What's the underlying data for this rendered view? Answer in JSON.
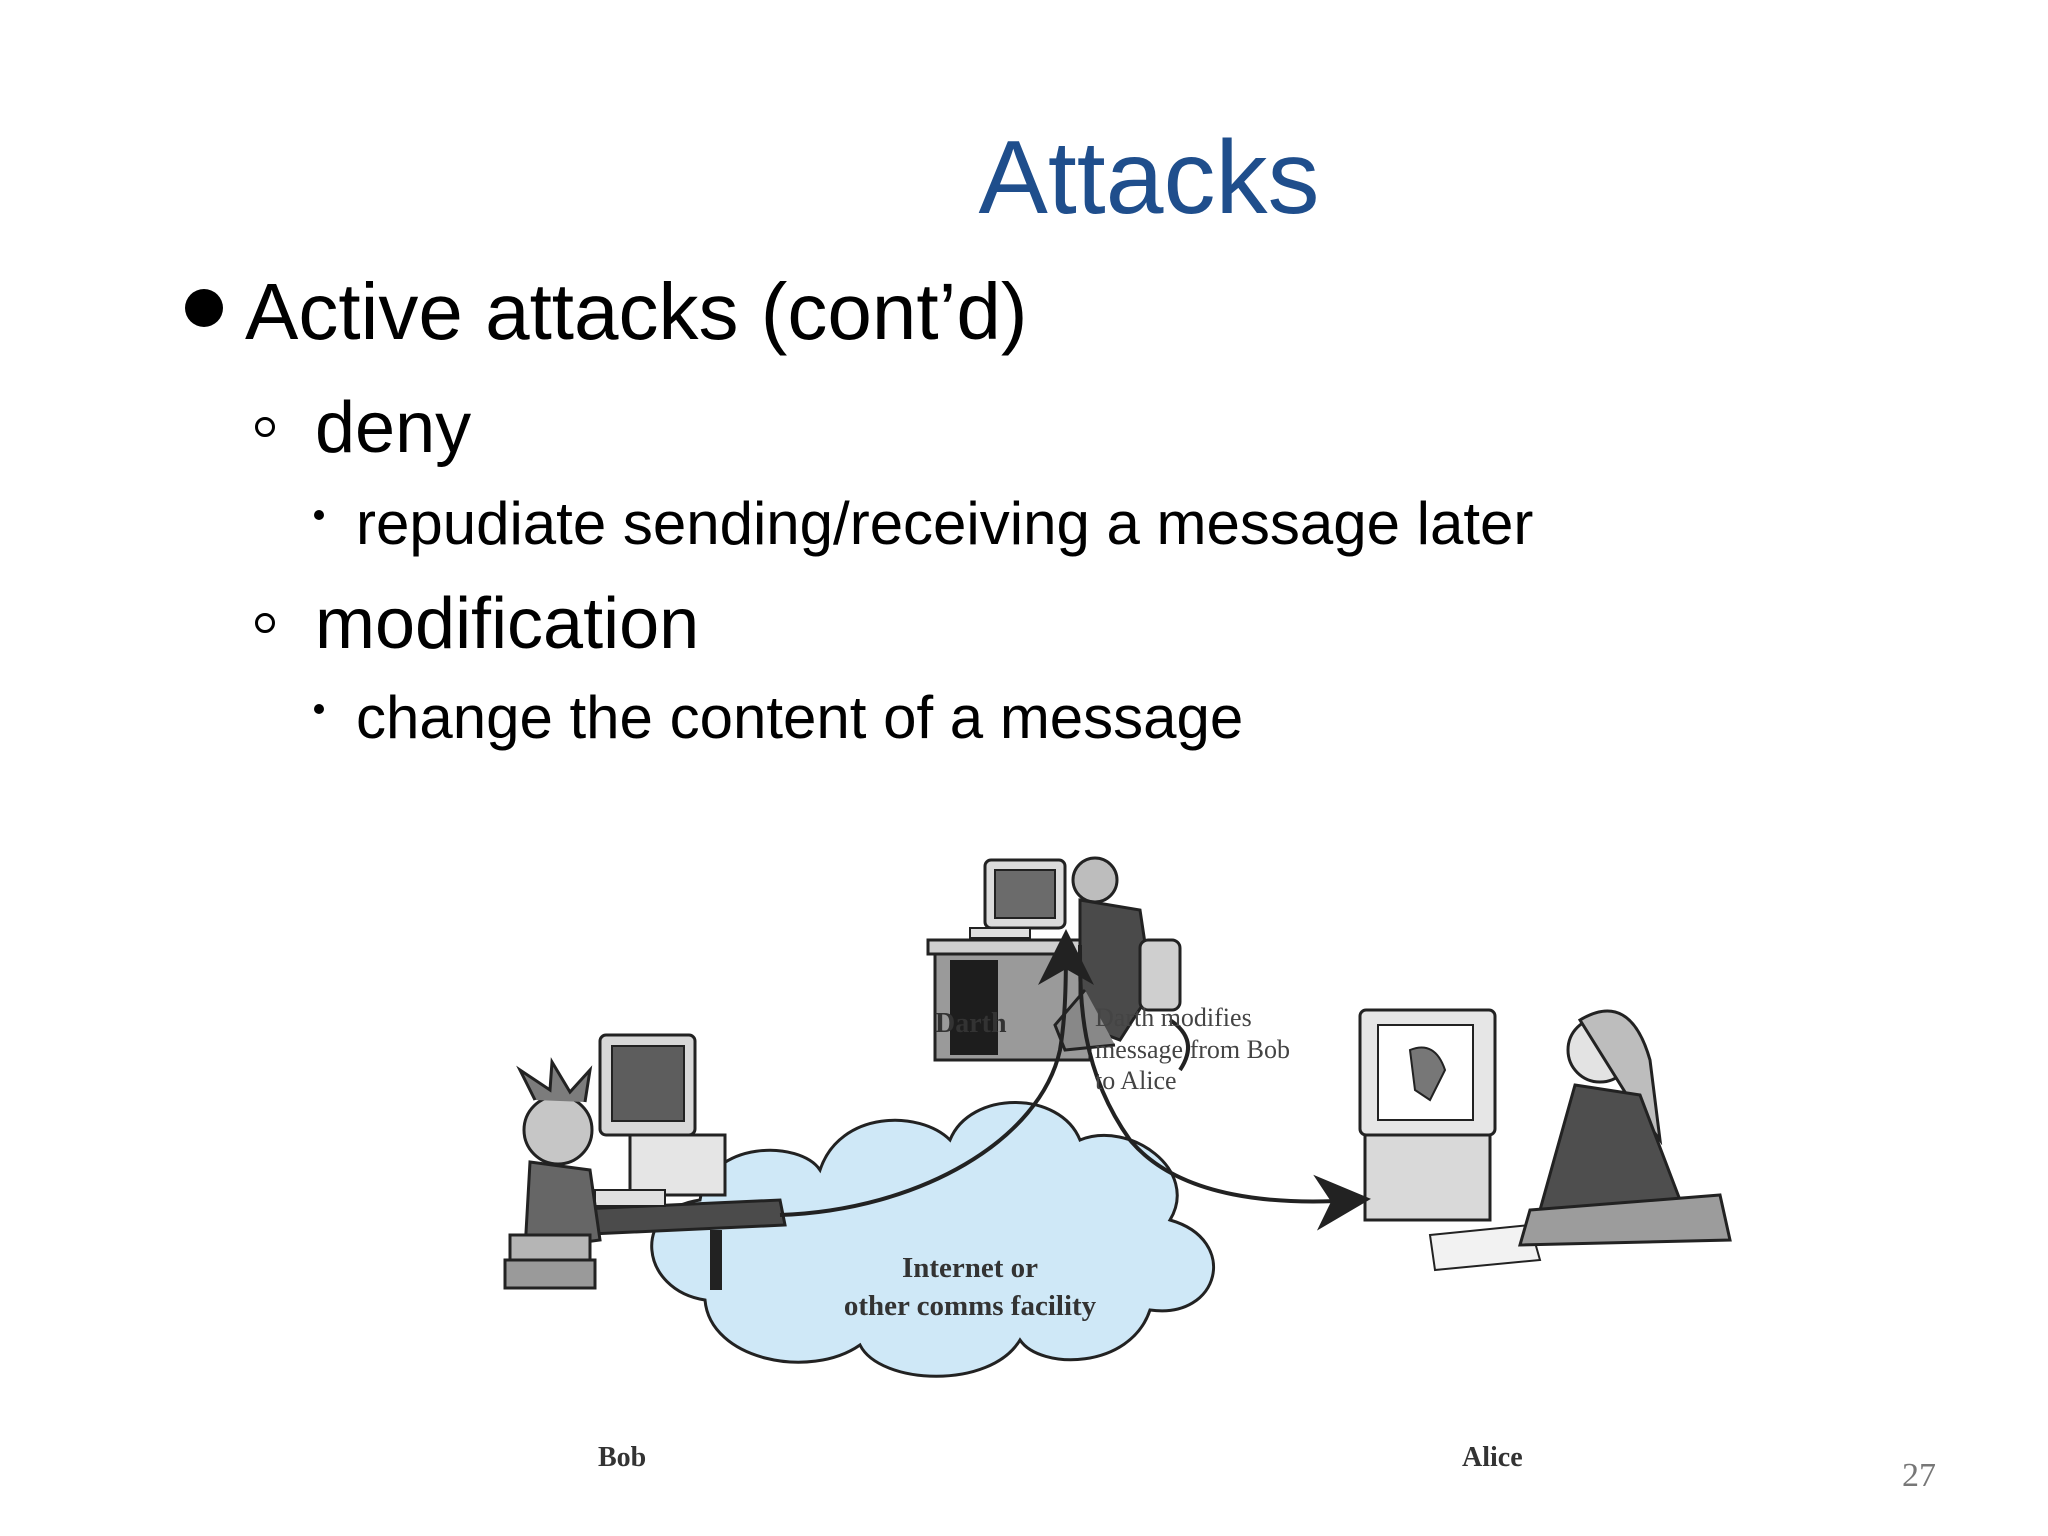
{
  "slide": {
    "title": "Attacks",
    "bullets": {
      "level1": "Active attacks (cont’d)",
      "deny": {
        "label": "deny",
        "sub": "repudiate sending/receiving a message later"
      },
      "modification": {
        "label": "modification",
        "sub": "change the content of a message"
      }
    },
    "figure": {
      "darth_label": "Darth",
      "caption_lines": [
        "Darth modifies",
        "message from Bob",
        "to Alice"
      ],
      "cloud_lines": [
        "Internet or",
        "other comms facility"
      ],
      "bob_label": "Bob",
      "alice_label": "Alice",
      "cloud_color": "#cfe8f7"
    },
    "page_number": "27",
    "colors": {
      "title": "#1f4e8c",
      "body_text": "#000000"
    }
  }
}
